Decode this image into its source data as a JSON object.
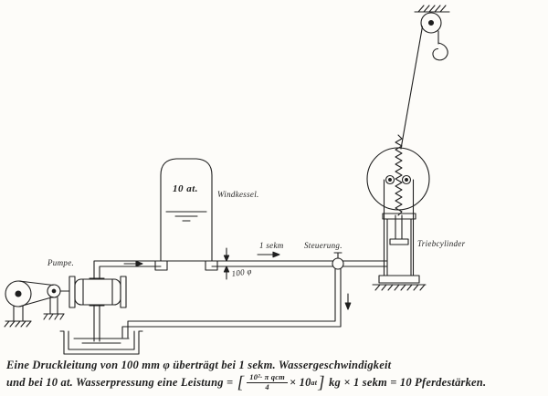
{
  "colors": {
    "ink": "#1f1f1f",
    "paper": "#fdfcf9"
  },
  "labels": {
    "pump": "Pumpe.",
    "tank_pressure": "10 at.",
    "tank": "Windkessel.",
    "flow_speed": "1 sekm",
    "control": "Steuerung.",
    "pipe_diameter": "100 φ",
    "drive_cylinder": "Triebcylinder"
  },
  "caption": {
    "line1": "Eine Druckleitung von 100 mm φ überträgt bei 1 sekm. Wassergeschwindigkeit",
    "line2_prefix": "und bei 10 at. Wasserpressung eine Leistung =",
    "bracket_open": "[",
    "fraction_numerator": "10²· π qcm",
    "fraction_denominator": "4",
    "after_fraction": "× 10",
    "after_fraction_sup": "at",
    "bracket_close": "]",
    "line2_suffix": "kg × 1 sekm = 10 Pferdestärken."
  }
}
